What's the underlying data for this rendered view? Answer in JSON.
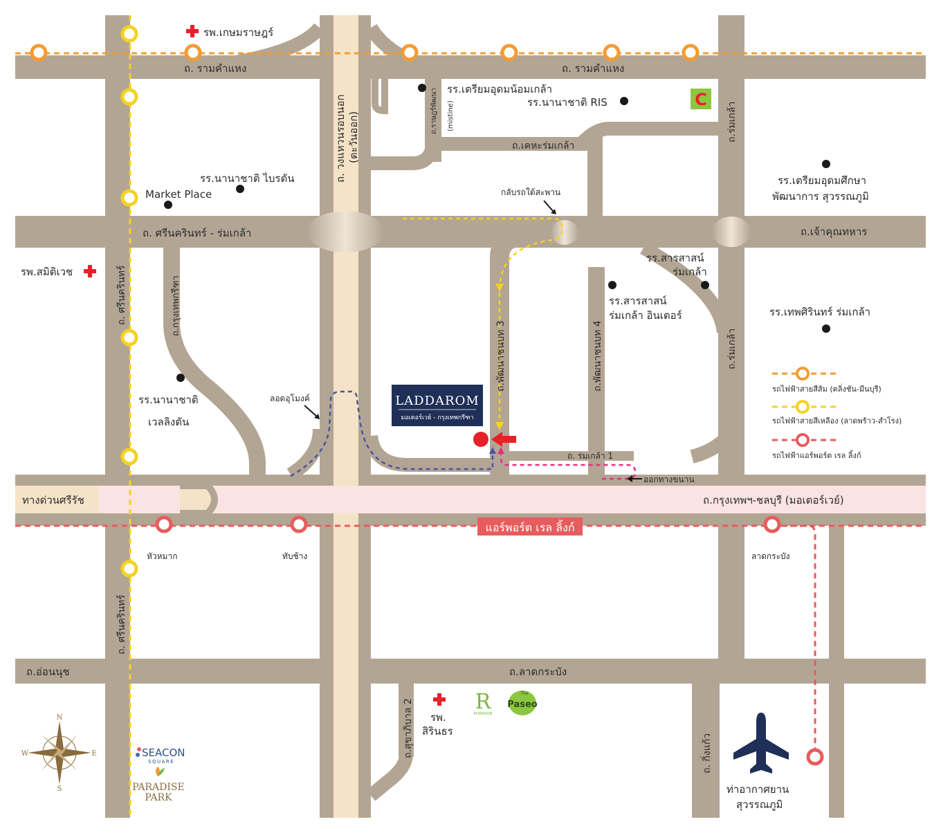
{
  "roads": {
    "ramkhamhaeng_west": "ถ. รามคำแหง",
    "ramkhamhaeng_east": "ถ. รามคำแหง",
    "srinakarin_romklao": "ถ. ศรีนครินทร์ - ร่มเกล้า",
    "chao_khun_thahan": "ถ.เจ้าคุณทหาร",
    "srinakarin_upper": "ถ. ศรีนครินทร์",
    "srinakarin_lower": "ถ. ศรีนครินทร์",
    "krungthep_kreetha": "ถ.กรุงเทพกรีฑา",
    "outer_ring": "ถ. วงแหวนรอบนอก",
    "outer_ring_east": "(ตะวันออก)",
    "ratphatthana": "ถ.ราษฎร์พัฒนา",
    "mistine": "(mistine)",
    "kheha_romklao": "ถ.เคหะร่มเกล้า",
    "romklao_upper": "ถ.ร่มเกล้า",
    "romklao_lower": "ถ.ร่มเกล้า",
    "phatthana_chonnabot_3": "ถ.พัฒนาชนบท 3",
    "phatthana_chonnabot_4": "ถ.พัฒนาชนบท 4",
    "romklao_1": "ถ. ร่มเกล้า 1",
    "sirat_expressway": "ทางด่วนศรีรัช",
    "motorway": "ถ.กรุงเทพฯ-ชลบุรี (มอเตอร์เวย์)",
    "on_nut": "ถ.อ่อนนุช",
    "lat_krabang_road": "ถ.ลาดกระบัง",
    "sukhaphiban_2": "ถ.สุขาภิบาล 2",
    "king_kaeo": "ถ. กิ่งแก้ว"
  },
  "places": {
    "kasemrad": "รพ.เกษมราษฎร์",
    "samitivej": "รพ.สมิติเวช",
    "sirindhorn_1": "รพ.",
    "sirindhorn_2": "สิรินธร",
    "triam_noi": "รร.เตรียมอุดมน้อมเกล้า",
    "ris": "รร.นานาชาติ RIS",
    "bright": "รร.นานาชาติ ไบรตัน",
    "market_place": "Market Place",
    "triam_phatthana_1": "รร.เตรียมอุดมศึกษา",
    "triam_phatthana_2": "พัฒนาการ สุวรรณภูมิ",
    "sarasas_1": "รร.สารสาสน์",
    "sarasas_2": "ร่มเกล้า",
    "sarasas_inter_1": "รร.สารสาสน์",
    "sarasas_inter_2": "ร่มเกล้า อินเตอร์",
    "thepsirin": "รร.เทพศิรินทร์ ร่มเกล้า",
    "wellington_1": "รร.นานาชาติ",
    "wellington_2": "เวลลิงตัน",
    "airport_1": "ท่าอากาศยาน",
    "airport_2": "สุวรรณภูมิ"
  },
  "notes": {
    "u_turn_under_bridge": "กลับรถใต้สะพาน",
    "underpass": "ลอดอุโมงค์",
    "exit_frontage": "ออกทางขนาน"
  },
  "stations": {
    "hua_mak": "หัวหมาก",
    "thap_chang": "ทับช้าง",
    "lat_krabang": "ลาดกระบัง",
    "arl_banner": "แอร์พอร์ต เรล ลิ้งก์"
  },
  "project": {
    "name": "LADDAROM",
    "subtitle": "มอเตอร์เวย์ - กรุงเทพกรีฑา"
  },
  "legend": {
    "orange": "รถไฟฟ้าสายสีส้ม (ตลิ่งชัน-มีนบุรี)",
    "yellow": "รถไฟฟ้าสายสีเหลือง (ลาดพร้าว-สำโรง)",
    "airport_link": "รถไฟฟ้าแอร์พอร์ต เรล ลิ้งก์"
  },
  "brands": {
    "robinson": "ROBINSON",
    "paseo": "Paseo",
    "paseo_the": "The",
    "seacon": "SEACON",
    "seacon_sub": "SQUARE",
    "paradise_1": "PARADISE",
    "paradise_2": "PARK",
    "bigc": "C"
  },
  "compass": {
    "n": "N",
    "s": "S",
    "e": "E",
    "w": "W"
  },
  "colors": {
    "road": "#b3a594",
    "motorway": "#fbe3e3",
    "outer_ring": "#f5e3c8",
    "orange_line": "#f39c33",
    "yellow_line": "#f4d321",
    "airport_link": "#e75c5c",
    "pin": "#e62129",
    "project_box": "#1f2f57",
    "plane": "#1f2f57",
    "route_blue": "#4a54a0",
    "route_pink": "#e2307f"
  }
}
